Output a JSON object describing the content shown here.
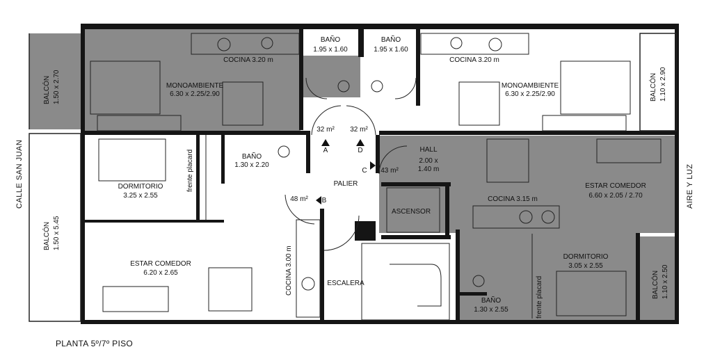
{
  "diagram": {
    "footer": "PLANTA 5º/7º PISO",
    "streets": {
      "left": "CALLE SAN JUAN",
      "right": "AIRE Y LUZ"
    },
    "rooms": {
      "balcon_tl": {
        "name": "BALCÓN",
        "dims": "1.50 x 2.70"
      },
      "balcon_bl": {
        "name": "BALCÓN",
        "dims": "1.50 x 5.45"
      },
      "balcon_tr": {
        "name": "BALCÓN",
        "dims": "1.10 x 2.90"
      },
      "balcon_br": {
        "name": "BALCÓN",
        "dims": "1.10 x 2.50"
      },
      "cocina_tl": {
        "name": "COCINA 3.20 m"
      },
      "mono_l": {
        "name": "MONOAMBIENTE",
        "dims": "6.30 x 2.25/2.90"
      },
      "bano_tl": {
        "name": "BAÑO",
        "dims": "1.95 x 1.60"
      },
      "bano_tr": {
        "name": "BAÑO",
        "dims": "1.95 x 1.60"
      },
      "cocina_tr": {
        "name": "COCINA 3.20 m"
      },
      "mono_r": {
        "name": "MONOAMBIENTE",
        "dims": "6.30 x 2.25/2.90"
      },
      "bano_ml": {
        "name": "BAÑO",
        "dims": "1.30 x 2.20"
      },
      "dorm_l": {
        "name": "DORMITORIO",
        "dims": "3.25 x 2.55"
      },
      "placard_l": {
        "name": "frente placard"
      },
      "estar_l": {
        "name": "ESTAR COMEDOR",
        "dims": "6.20 x 2.65"
      },
      "cocina_ml": {
        "name": "COCINA 3.00 m"
      },
      "palier": {
        "name": "PALIER"
      },
      "ascensor": {
        "name": "ASCENSOR"
      },
      "escalera": {
        "name": "ESCALERA"
      },
      "hall": {
        "name": "HALL",
        "dims": "2.00 x",
        "dims2": "1.40 m"
      },
      "estar_r": {
        "name": "ESTAR COMEDOR",
        "dims": "6.60 x 2.05 / 2.70"
      },
      "cocina_mr": {
        "name": "COCINA 3.15 m"
      },
      "dorm_r": {
        "name": "DORMITORIO",
        "dims": "3.05 x 2.55"
      },
      "placard_r": {
        "name": "frente placard"
      },
      "bano_br": {
        "name": "BAÑO",
        "dims": "1.30 x 2.55"
      }
    },
    "units": [
      {
        "letter": "A",
        "area": "32 m²"
      },
      {
        "letter": "D",
        "area": "32 m²"
      },
      {
        "letter": "C",
        "area": "43 m²"
      },
      {
        "letter": "B",
        "area": "48 m²"
      }
    ],
    "colors": {
      "fill": "#8a8a8a",
      "wall": "#151515",
      "line": "#222222"
    }
  }
}
